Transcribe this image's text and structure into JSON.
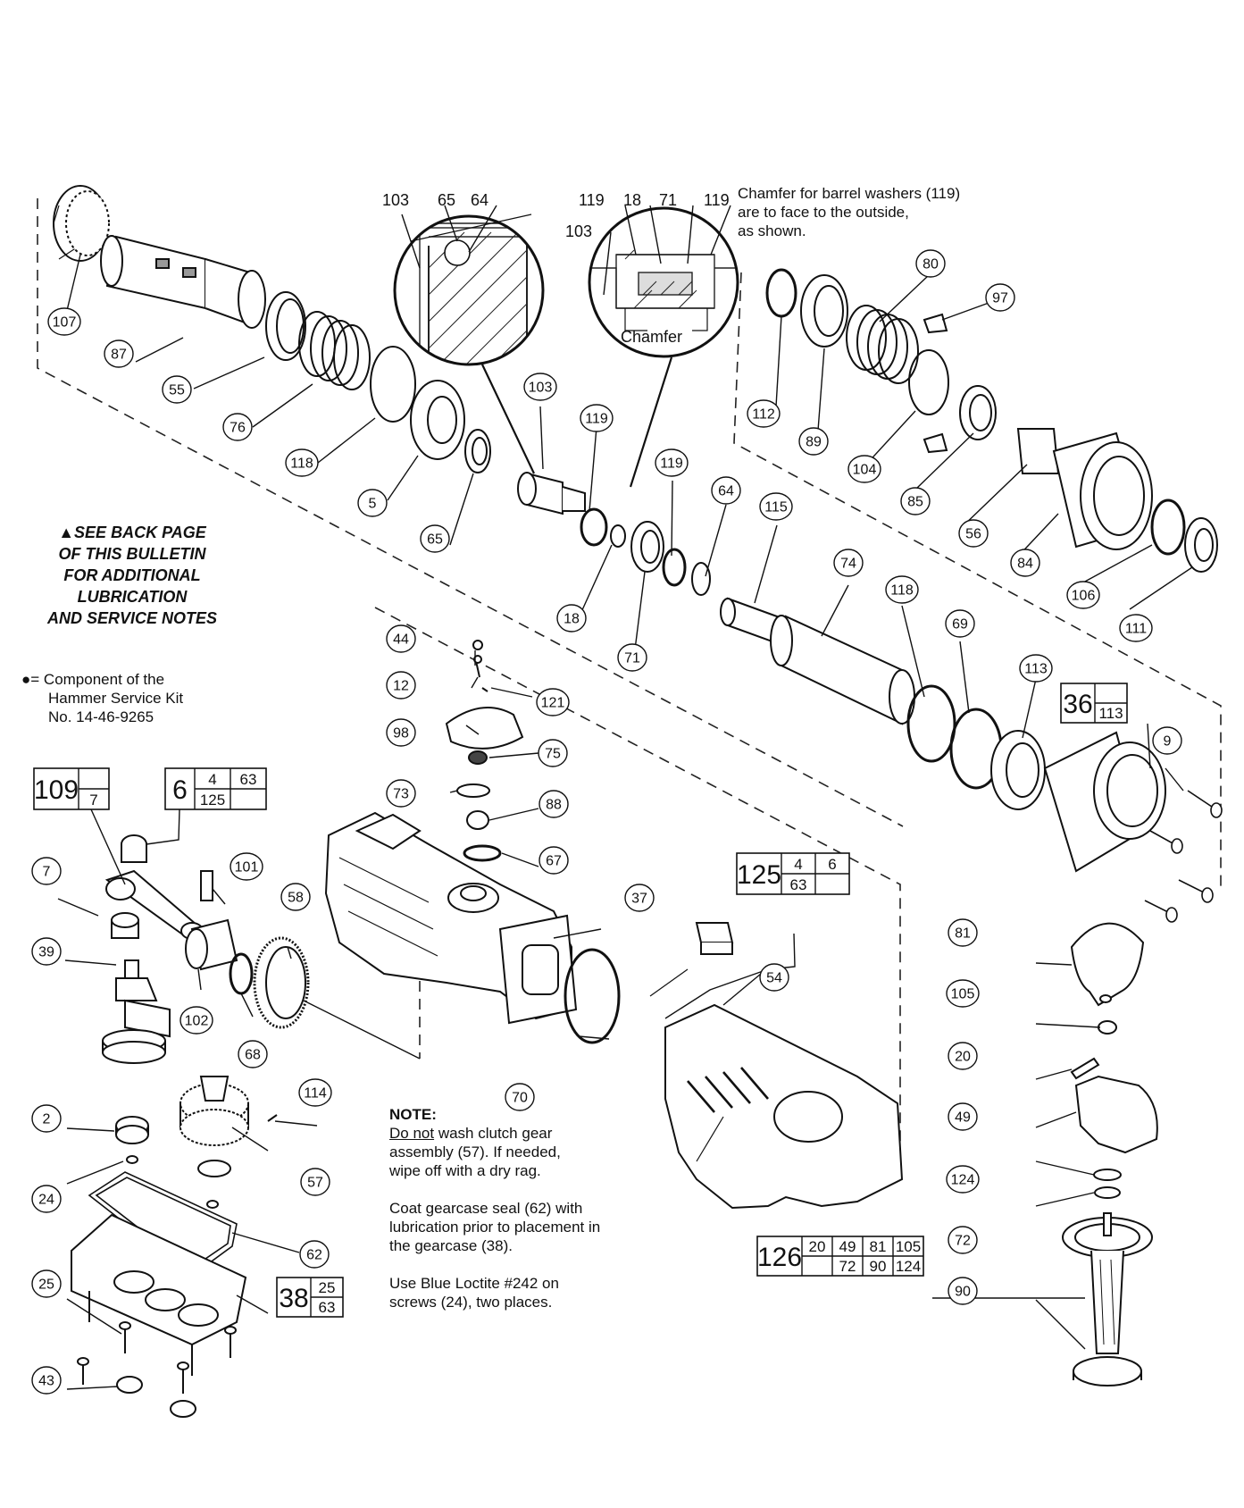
{
  "chamfer_note": [
    "Chamfer for barrel washers (119)",
    "are to face to the outside,",
    "as shown."
  ],
  "detail_left_labels": [
    "103",
    "65",
    "64"
  ],
  "detail_right_labels": [
    "119",
    "18",
    "71",
    "119",
    "103"
  ],
  "detail_right_caption": "Chamfer",
  "see_back_page": [
    "▲SEE BACK PAGE",
    "OF THIS BULLETIN",
    "FOR ADDITIONAL",
    "LUBRICATION",
    "AND SERVICE NOTES"
  ],
  "kit_note": [
    "●= Component of the",
    "Hammer Service Kit",
    "No. 14-46-9265"
  ],
  "note_title": "NOTE:",
  "note_lines": [
    {
      "u": "Do not",
      "t": " wash clutch gear"
    },
    {
      "u": "",
      "t": "assembly (57). If needed,"
    },
    {
      "u": "",
      "t": "wipe off with a dry rag."
    },
    {
      "u": "",
      "t": ""
    },
    {
      "u": "",
      "t": "Coat gearcase seal (62) with"
    },
    {
      "u": "",
      "t": "lubrication prior to placement in"
    },
    {
      "u": "",
      "t": "the gearcase (38)."
    },
    {
      "u": "",
      "t": ""
    },
    {
      "u": "",
      "t": "Use Blue Loctite #242 on"
    },
    {
      "u": "",
      "t": "screws (24), two places."
    }
  ],
  "callouts": [
    "107",
    "87",
    "55",
    "76",
    "118",
    "5",
    "65",
    "103",
    "119",
    "18",
    "71",
    "119",
    "64",
    "115",
    "74",
    "118",
    "69",
    "113",
    "80",
    "97",
    "112",
    "89",
    "104",
    "85",
    "56",
    "84",
    "106",
    "111",
    "44",
    "12",
    "121",
    "98",
    "75",
    "73",
    "88",
    "67",
    "37",
    "7",
    "101",
    "58",
    "39",
    "102",
    "68",
    "70",
    "54",
    "9",
    "81",
    "105",
    "20",
    "49",
    "124",
    "72",
    "90",
    "2",
    "114",
    "57",
    "24",
    "62",
    "25",
    "43"
  ],
  "assemblies": [
    {
      "main": "109",
      "subs": [
        "",
        "7"
      ]
    },
    {
      "main": "6",
      "subs": [
        "4",
        "63",
        "125",
        ""
      ]
    },
    {
      "main": "36",
      "subs": [
        "",
        "113"
      ]
    },
    {
      "main": "125",
      "subs": [
        "4",
        "6",
        "63",
        ""
      ]
    },
    {
      "main": "38",
      "subs": [
        "25",
        "63"
      ]
    },
    {
      "main": "126",
      "subs": [
        "20",
        "49",
        "81",
        "105",
        "",
        "72",
        "90",
        "124"
      ]
    }
  ]
}
